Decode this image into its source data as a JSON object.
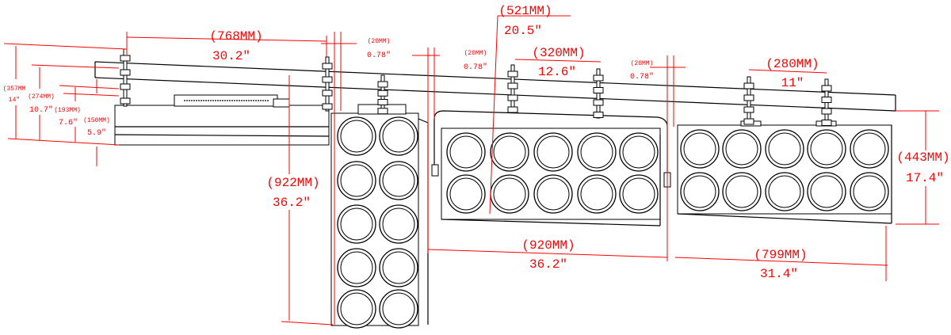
{
  "dimensions": {
    "clamp_spacing_side": {
      "mm": "(768MM)",
      "inch": "30.2\""
    },
    "gap_1": {
      "mm": "(20MM)",
      "inch": "0.78\""
    },
    "gap_2": {
      "mm": "(20MM)",
      "inch": "0.78\""
    },
    "gap_3": {
      "mm": "(20MM)",
      "inch": "0.78\""
    },
    "depth_overall": {
      "mm": "(521MM)",
      "inch": "20.5\""
    },
    "clamp_spacing_mid": {
      "mm": "(320MM)",
      "inch": "12.6\""
    },
    "clamp_spacing_right": {
      "mm": "(280MM)",
      "inch": "11\""
    },
    "height_357": {
      "mm": "(357MM",
      "inch": "14\""
    },
    "height_274": {
      "mm": "(274MM)",
      "inch": "10.7\""
    },
    "height_193": {
      "mm": "(193MM)",
      "inch": "7.6\""
    },
    "height_150": {
      "mm": "(150MM)",
      "inch": "5.9\""
    },
    "vertical_length": {
      "mm": "(922MM)",
      "inch": "36.2\""
    },
    "mid_width": {
      "mm": "(920MM)",
      "inch": "36.2\""
    },
    "right_width": {
      "mm": "(799MM)",
      "inch": "31.4\""
    },
    "right_height": {
      "mm": "(443MM)",
      "inch": "17.4\""
    }
  },
  "colors": {
    "dimension": "#ff0000",
    "outline": "#000000"
  }
}
